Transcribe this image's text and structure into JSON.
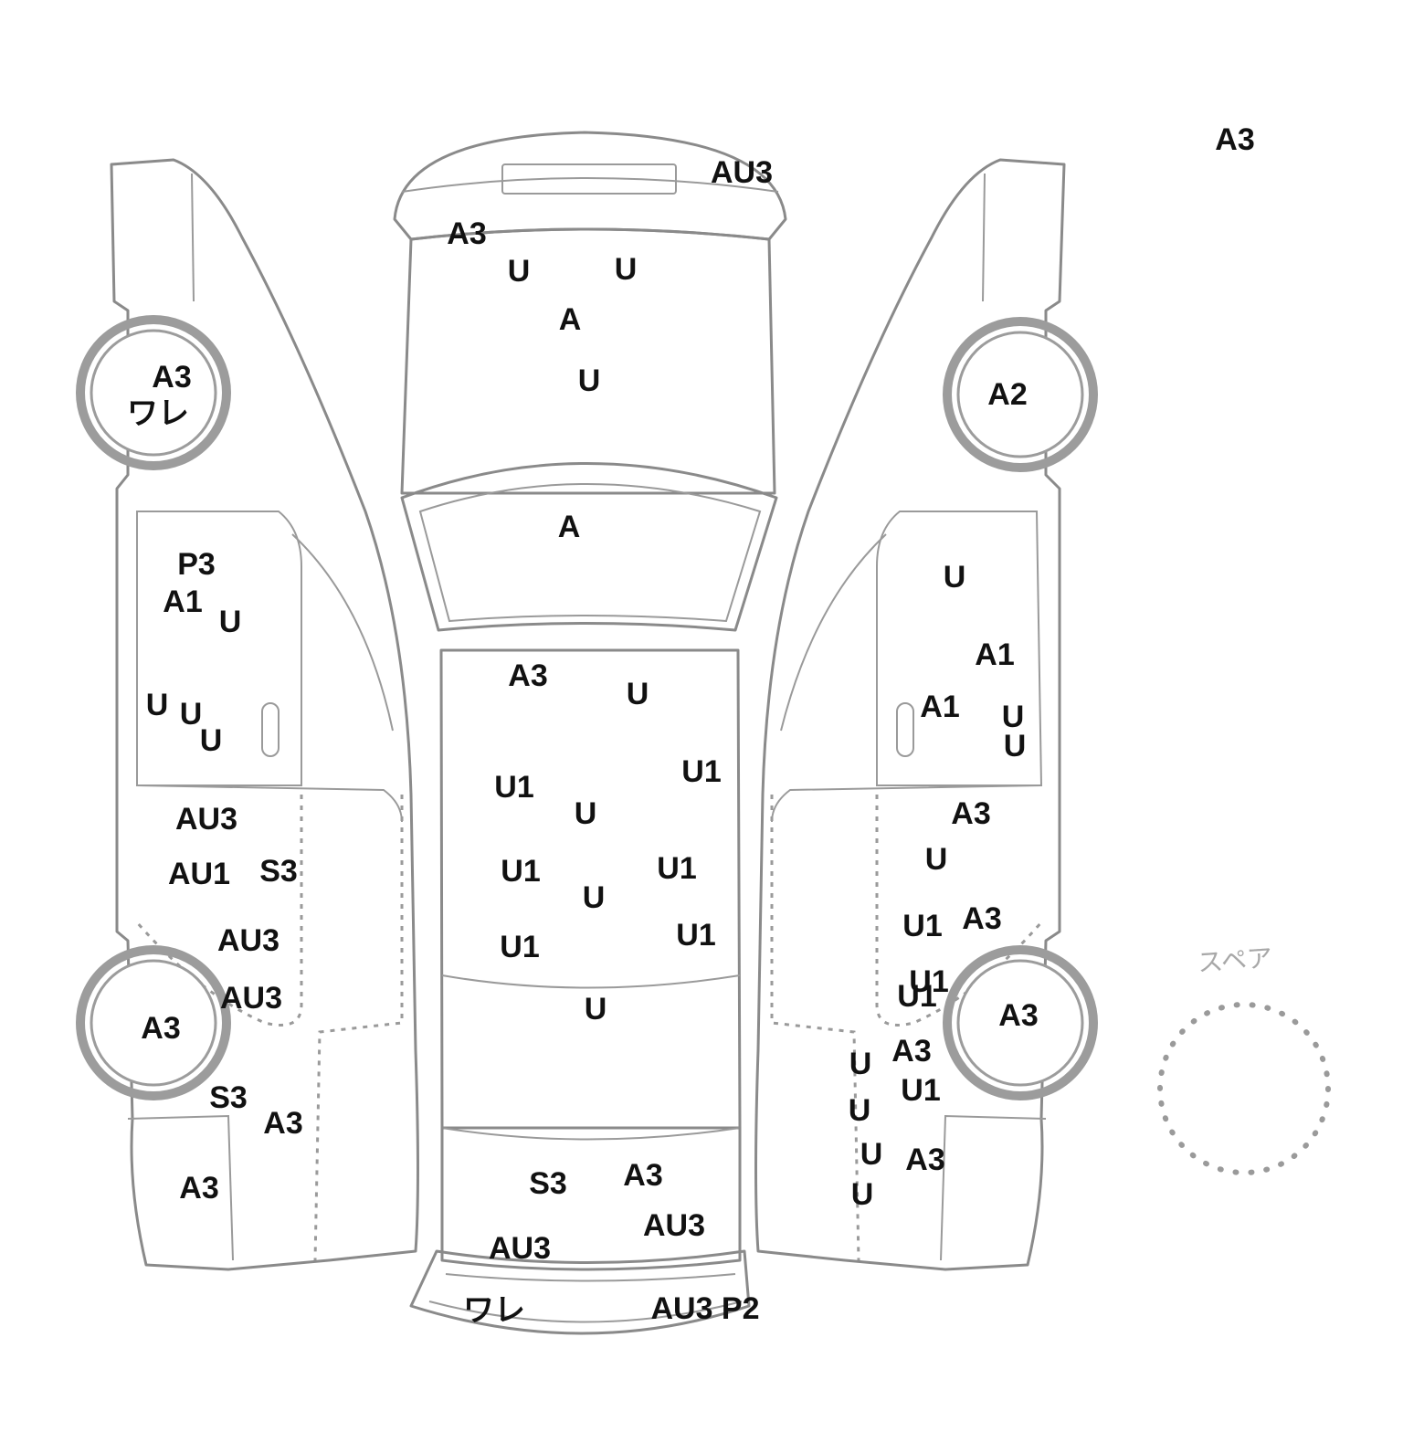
{
  "spare_label": "スペア",
  "colors": {
    "outline": "#8a8a8a",
    "text": "#111111"
  },
  "marks": [
    {
      "id": "corner",
      "code": "A3"
    },
    {
      "id": "rear-bumper",
      "code": "AU3"
    },
    {
      "id": "trunk-1",
      "code": "A3"
    },
    {
      "id": "trunk-2",
      "code": "U"
    },
    {
      "id": "trunk-3",
      "code": "U"
    },
    {
      "id": "trunk-4",
      "code": "A"
    },
    {
      "id": "trunk-5",
      "code": "U"
    },
    {
      "id": "rear-glass",
      "code": "A"
    },
    {
      "id": "roof-1",
      "code": "A3"
    },
    {
      "id": "roof-2",
      "code": "U"
    },
    {
      "id": "roof-3",
      "code": "U1"
    },
    {
      "id": "roof-4",
      "code": "U1"
    },
    {
      "id": "roof-5",
      "code": "U"
    },
    {
      "id": "roof-6",
      "code": "U1"
    },
    {
      "id": "roof-7",
      "code": "U1"
    },
    {
      "id": "roof-8",
      "code": "U"
    },
    {
      "id": "roof-9",
      "code": "U1"
    },
    {
      "id": "roof-10",
      "code": "U1"
    },
    {
      "id": "roof-11",
      "code": "U"
    },
    {
      "id": "hood-1",
      "code": "S3"
    },
    {
      "id": "hood-2",
      "code": "A3"
    },
    {
      "id": "hood-3",
      "code": "AU3"
    },
    {
      "id": "hood-4",
      "code": "AU3"
    },
    {
      "id": "front-bumper-1",
      "code": "ワレ"
    },
    {
      "id": "front-bumper-2",
      "code": "AU3 P2"
    },
    {
      "id": "left-rear-wheel-1",
      "code": "A3"
    },
    {
      "id": "left-rear-wheel-2",
      "code": "ワレ"
    },
    {
      "id": "left-rear-door-1",
      "code": "P3"
    },
    {
      "id": "left-rear-door-2",
      "code": "A1"
    },
    {
      "id": "left-rear-door-3",
      "code": "U"
    },
    {
      "id": "left-rear-door-4",
      "code": "U"
    },
    {
      "id": "left-rear-door-5",
      "code": "U"
    },
    {
      "id": "left-rear-door-6",
      "code": "U"
    },
    {
      "id": "left-front-door-1",
      "code": "AU3"
    },
    {
      "id": "left-front-door-2",
      "code": "AU1"
    },
    {
      "id": "left-front-door-3",
      "code": "S3"
    },
    {
      "id": "left-front-door-4",
      "code": "AU3"
    },
    {
      "id": "left-front-door-5",
      "code": "AU3"
    },
    {
      "id": "left-front-wheel",
      "code": "A3"
    },
    {
      "id": "left-fender-1",
      "code": "S3"
    },
    {
      "id": "left-fender-2",
      "code": "A3"
    },
    {
      "id": "left-fender-3",
      "code": "A3"
    },
    {
      "id": "right-rear-wheel",
      "code": "A2"
    },
    {
      "id": "right-rear-door-1",
      "code": "U"
    },
    {
      "id": "right-rear-door-2",
      "code": "A1"
    },
    {
      "id": "right-rear-door-3",
      "code": "A1"
    },
    {
      "id": "right-rear-door-4",
      "code": "U"
    },
    {
      "id": "right-rear-door-5",
      "code": "U"
    },
    {
      "id": "right-front-door-1",
      "code": "A3"
    },
    {
      "id": "right-front-door-2",
      "code": "U"
    },
    {
      "id": "right-front-door-3",
      "code": "U1"
    },
    {
      "id": "right-front-door-4",
      "code": "A3"
    },
    {
      "id": "right-front-door-5",
      "code": "U1"
    },
    {
      "id": "right-front-door-6",
      "code": "U1"
    },
    {
      "id": "right-front-wheel",
      "code": "A3"
    },
    {
      "id": "right-fender-1",
      "code": "A3"
    },
    {
      "id": "right-fender-2",
      "code": "U"
    },
    {
      "id": "right-fender-3",
      "code": "U1"
    },
    {
      "id": "right-fender-4",
      "code": "U"
    },
    {
      "id": "right-fender-5",
      "code": "U"
    },
    {
      "id": "right-fender-6",
      "code": "A3"
    },
    {
      "id": "right-fender-7",
      "code": "U"
    }
  ]
}
